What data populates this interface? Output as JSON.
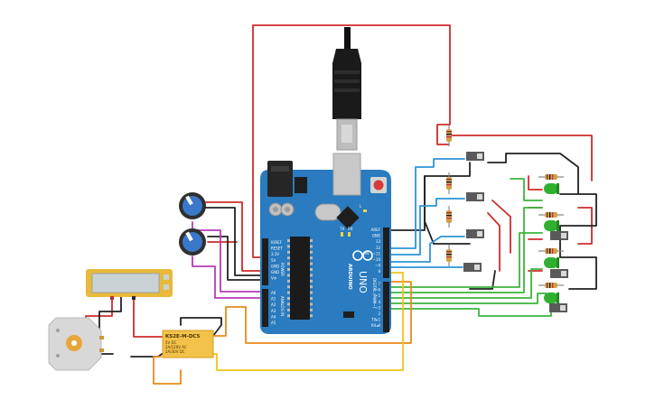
{
  "arduino": {
    "brand": "ARDUINO",
    "model": "UNO",
    "header_labels_top": [
      "AREF",
      "GND",
      "13",
      "12",
      "~11",
      "~10",
      "~9",
      "8"
    ],
    "header_labels_digital": [
      "7",
      "~6",
      "~5",
      "4",
      "~3",
      "2",
      "TX▸1",
      "RX◂0"
    ],
    "power_labels": [
      "IOREF",
      "RESET",
      "3.3V",
      "5V",
      "GND",
      "GND",
      "Vin"
    ],
    "analog_labels": [
      "A0",
      "A1",
      "A2",
      "A3",
      "A4",
      "A5"
    ],
    "section_power": "POWER",
    "section_analog": "ANALOG IN",
    "section_digital": "DIGITAL (PWM~)",
    "led_labels": [
      "TX",
      "RX"
    ],
    "l_label": "L",
    "on_label": "ON"
  },
  "relay": {
    "model": "KS2E-M-DC5",
    "lines": [
      "5V DC",
      "2A/120V AC",
      "2A/30V DC"
    ]
  },
  "colors": {
    "board": "#2a7bbf",
    "red_wire": "#d02b2b",
    "black_wire": "#222222",
    "blue_wire": "#2d94d8",
    "green_wire": "#3db53d",
    "magenta_wire": "#b63bb6",
    "orange_wire": "#e88b1a",
    "yellow_wire": "#f0c419",
    "led_green": "#2fb12f",
    "lcd_frame": "#e8b93a",
    "lcd_screen": "#c9d3d6",
    "relay_body": "#f3c24a",
    "motor_body": "#d8d8d8"
  }
}
